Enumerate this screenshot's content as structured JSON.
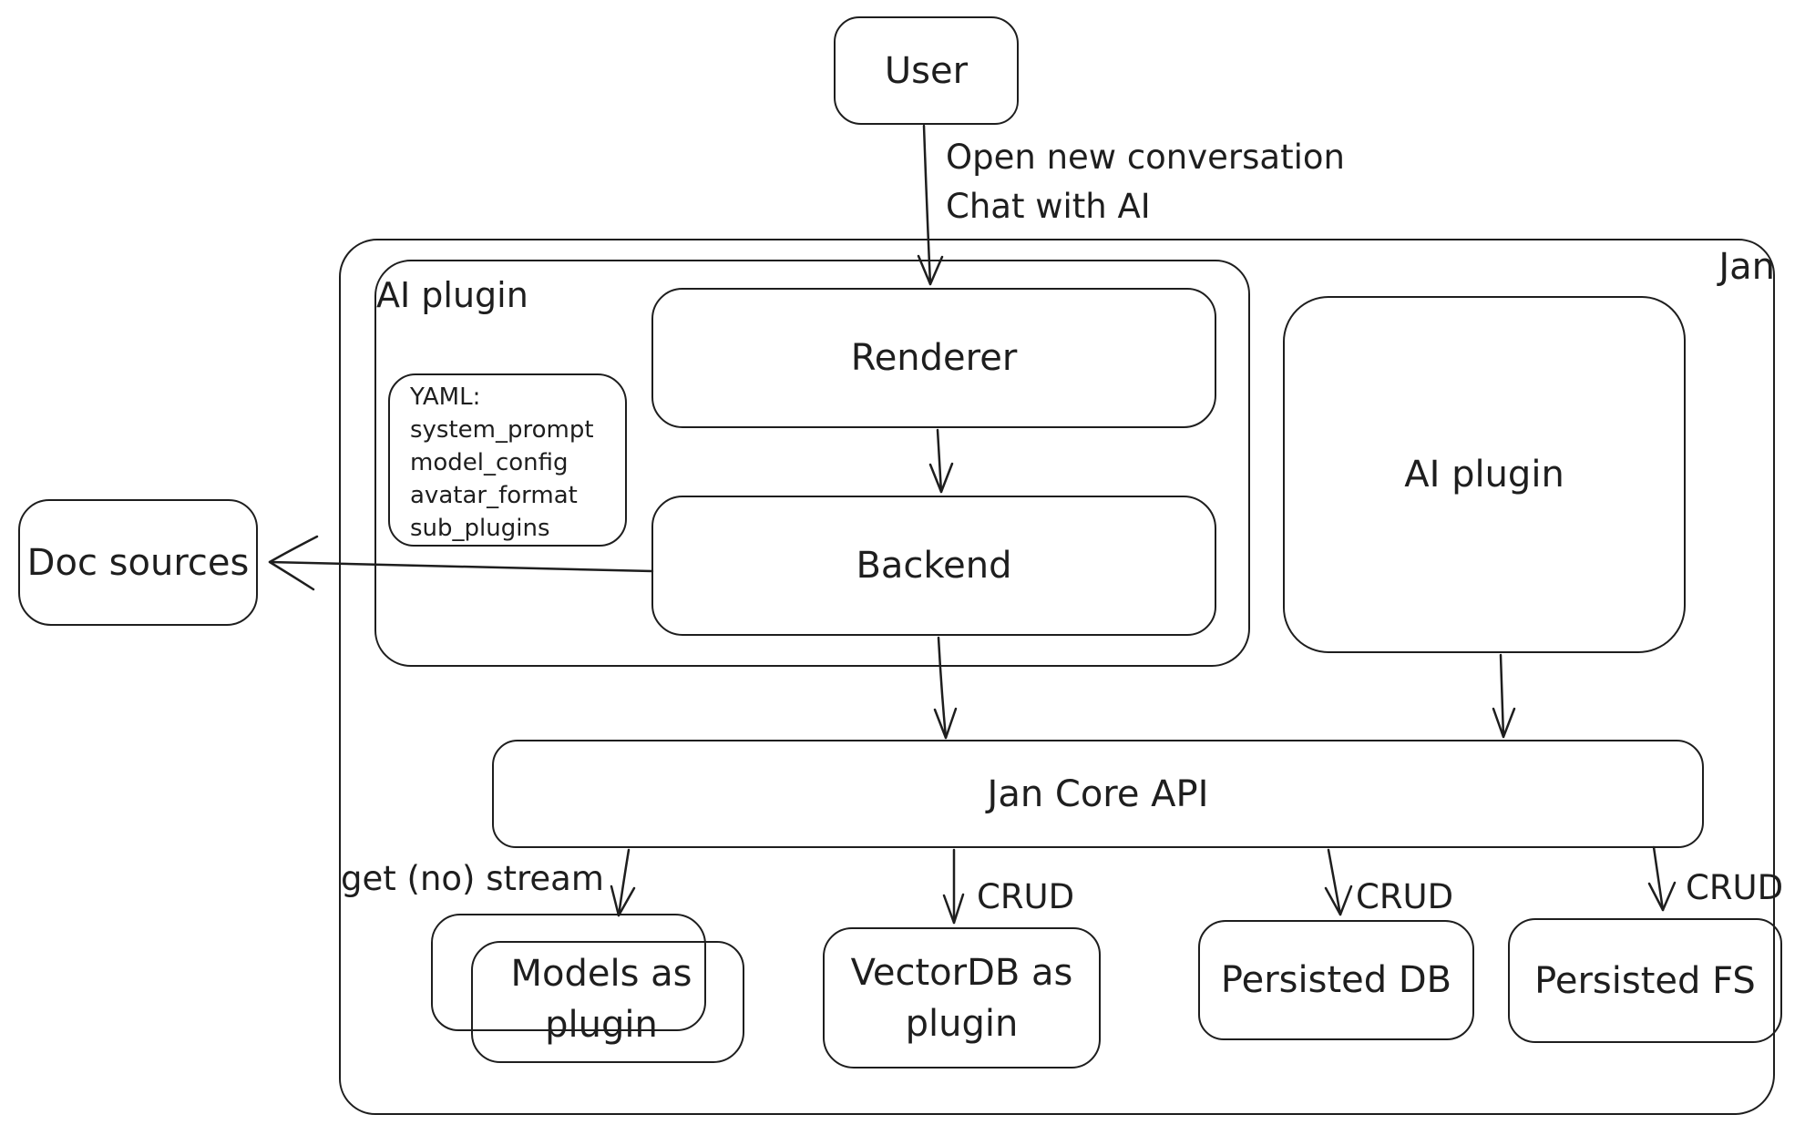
{
  "colors": {
    "stroke": "#1e1e1e",
    "canvas": "#ffffff"
  },
  "nodes": {
    "user": "User",
    "jan": "Jan",
    "ai_plugin_group": "AI plugin",
    "renderer": "Renderer",
    "backend": "Backend",
    "yaml_note": "YAML:\nsystem_prompt\nmodel_config\navatar_format\nsub_plugins",
    "ai_plugin_right": "AI plugin",
    "doc_sources": "Doc sources",
    "jan_core_api": "Jan Core API",
    "models_as_plugin": "Models as\nplugin",
    "vectordb_as_plugin": "VectorDB as\nplugin",
    "persisted_db": "Persisted DB",
    "persisted_fs": "Persisted FS"
  },
  "edge_labels": {
    "user_flow": "Open new conversation\nChat with AI",
    "get_stream": "get (no) stream",
    "crud_vectordb": "CRUD",
    "crud_persisted_db": "CRUD",
    "crud_persisted_fs": "CRUD"
  }
}
